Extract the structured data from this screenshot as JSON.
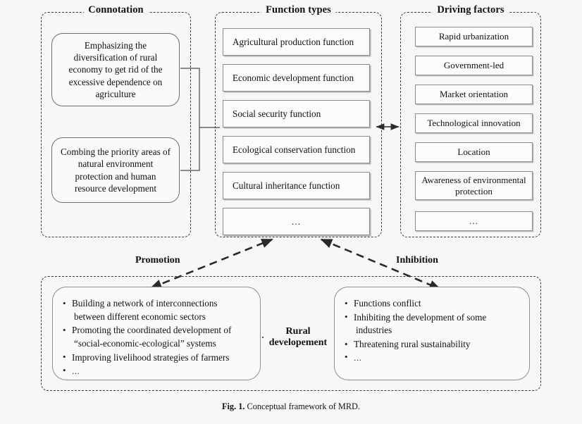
{
  "figure": {
    "caption_label": "Fig. 1.",
    "caption_text": "Conceptual framework of MRD.",
    "background_color": "#f7f7f5",
    "line_color": "#3a3a3a"
  },
  "groups": {
    "connotation": {
      "title": "Connotation",
      "boxes": [
        {
          "text": "Emphasizing the diversification of rural economy to get rid of the excessive dependence on agriculture"
        },
        {
          "text": "Combing the priority areas of natural environment protection and human resource development"
        }
      ]
    },
    "function_types": {
      "title": "Function types",
      "boxes": [
        {
          "label": "Agricultural production function"
        },
        {
          "label": "Economic development function"
        },
        {
          "label": "Social security function"
        },
        {
          "label": "Ecological conservation function"
        },
        {
          "label": "Cultural inheritance function"
        },
        {
          "label": "…"
        }
      ]
    },
    "driving_factors": {
      "title": "Driving factors",
      "boxes": [
        {
          "label": "Rapid urbanization"
        },
        {
          "label": "Government-led"
        },
        {
          "label": "Market orientation"
        },
        {
          "label": "Technological innovation"
        },
        {
          "label": "Location"
        },
        {
          "label": "Awareness of environmental protection"
        },
        {
          "label": "…"
        }
      ]
    }
  },
  "outcomes": {
    "promotion": {
      "label": "Promotion",
      "items": [
        {
          "line1": "Building a network of interconnections",
          "line2": "between different economic sectors"
        },
        {
          "line1": "Promoting the coordinated development of",
          "line2": "“social-economic-ecological” systems"
        },
        {
          "line1": "Improving livelihood strategies of farmers",
          "line2": ""
        },
        {
          "line1": "…",
          "line2": ""
        }
      ]
    },
    "inhibition": {
      "label": "Inhibition",
      "items": [
        {
          "line1": "Functions conflict",
          "line2": ""
        },
        {
          "line1": "Inhibiting the development of some",
          "line2": "industries"
        },
        {
          "line1": "Threatening rural sustainability",
          "line2": ""
        },
        {
          "line1": "…",
          "line2": ""
        }
      ]
    },
    "center_label_line1": "Rural",
    "center_label_line2": "developement"
  }
}
